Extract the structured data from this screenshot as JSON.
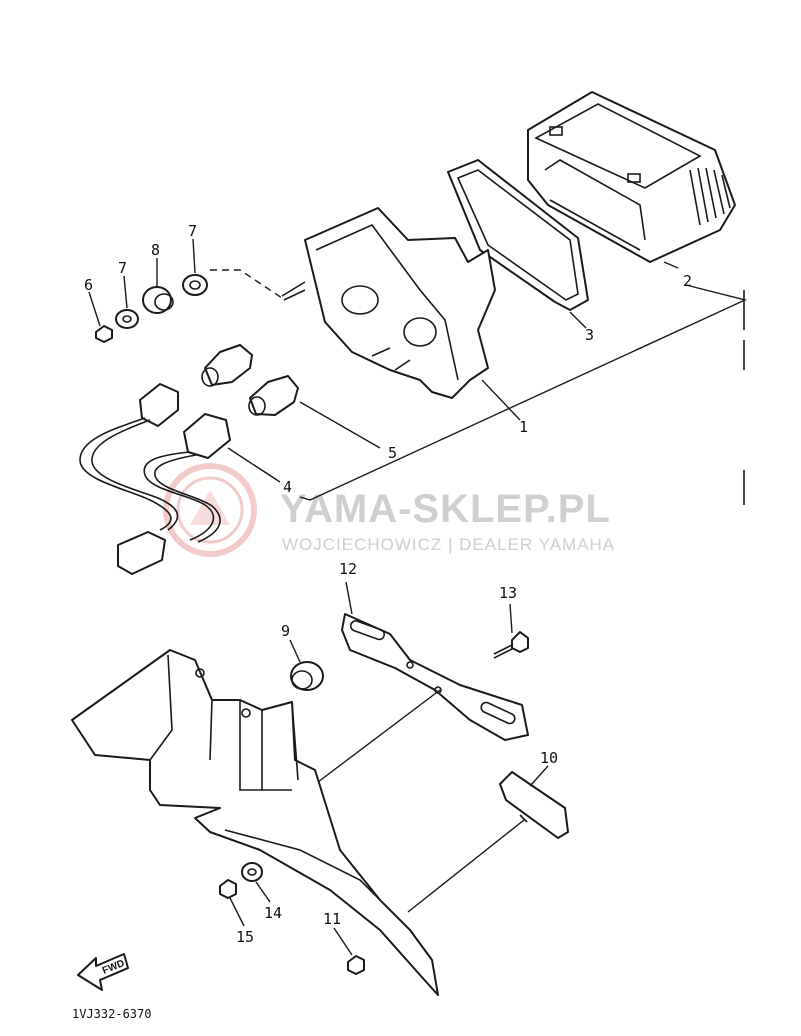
{
  "callouts": {
    "c1": "1",
    "c2": "2",
    "c3": "3",
    "c4": "4",
    "c5": "5",
    "c6": "6",
    "c7a": "7",
    "c7b": "7",
    "c8": "8",
    "c9": "9",
    "c10": "10",
    "c11": "11",
    "c12": "12",
    "c13": "13",
    "c14": "14",
    "c15": "15"
  },
  "watermark": {
    "title": "YAMA-SKLEP.PL",
    "subtitle": "WOJCIECHOWICZ | DEALER YAMAHA",
    "logo_color": "#e8a0a0"
  },
  "fwd_label": "FWD",
  "diagram_code": "1VJ332-6370"
}
